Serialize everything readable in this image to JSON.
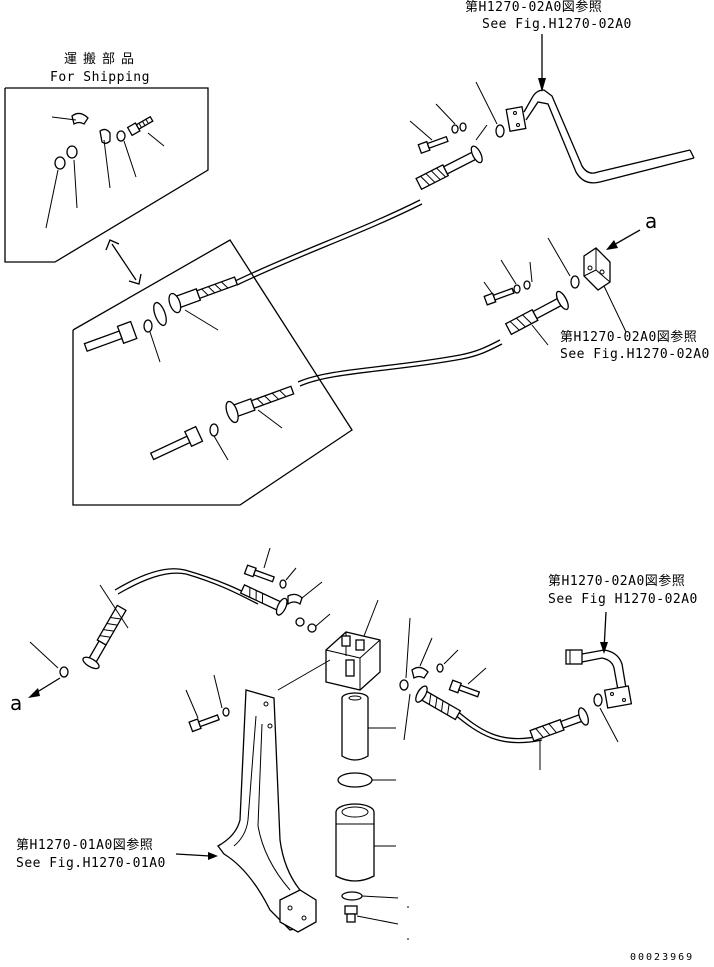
{
  "shipping_box": {
    "title_jp": "運搬部品",
    "title_en": "For Shipping"
  },
  "references": {
    "ref_top_jp": "第H1270-02A0図参照",
    "ref_top_en": "See Fig.H1270-02A0",
    "ref_mid_jp": "第H1270-02A0図参照",
    "ref_mid_en": "See Fig.H1270-02A0",
    "ref_right_jp": "第H1270-02A0図参照",
    "ref_right_en": "See Fig H1270-02A0",
    "ref_left_jp": "第H1270-01A0図参照",
    "ref_left_en": "See Fig.H1270-01A0"
  },
  "connectors": {
    "a_top": "a",
    "a_bottom": "a"
  },
  "drawing_number": "00023969"
}
